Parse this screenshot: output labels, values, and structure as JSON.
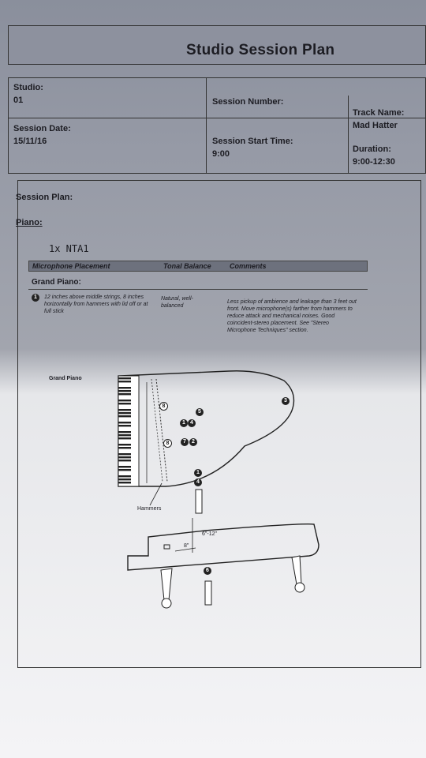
{
  "title": "Studio Session Plan",
  "studio": {
    "label": "Studio:",
    "value": "01"
  },
  "session_number": {
    "label": "Session Number:",
    "value": ""
  },
  "track_name": {
    "label": "Track Name:",
    "value": "Mad Hatter"
  },
  "session_date": {
    "label": "Session Date:",
    "value": "15/11/16"
  },
  "start_time": {
    "label": "Session Start Time:",
    "value": "9:00"
  },
  "duration": {
    "label": "Duration:",
    "value": "9:00-12:30"
  },
  "plan": {
    "session_plan_label": "Session Plan:",
    "piano_label": "Piano:",
    "handwritten_note": "1x NTA1",
    "table_headers": {
      "placement": "Microphone Placement",
      "tonal": "Tonal Balance",
      "comments": "Comments"
    },
    "section_label": "Grand Piano:",
    "row1": {
      "number": "1",
      "placement": "12 inches above middle strings, 8 inches horizontally from hammers with lid off or at full stick",
      "tonal": "Natural, well-balanced",
      "comments": "Less pickup of ambience and leakage than 3 feet out front. Move microphone(s) farther from hammers to reduce attack and mechanical noises. Good coincident-stereo placement. See \"Stereo Microphone Techniques\" section."
    }
  },
  "diagram": {
    "title": "Grand Piano",
    "hammers_label": "Hammers",
    "dim_vertical": "6\"-12\"",
    "dim_horizontal": "8\"",
    "markers": [
      "8",
      "5",
      "3",
      "1",
      "4",
      "8",
      "7",
      "2",
      "1",
      "4",
      "6"
    ]
  }
}
